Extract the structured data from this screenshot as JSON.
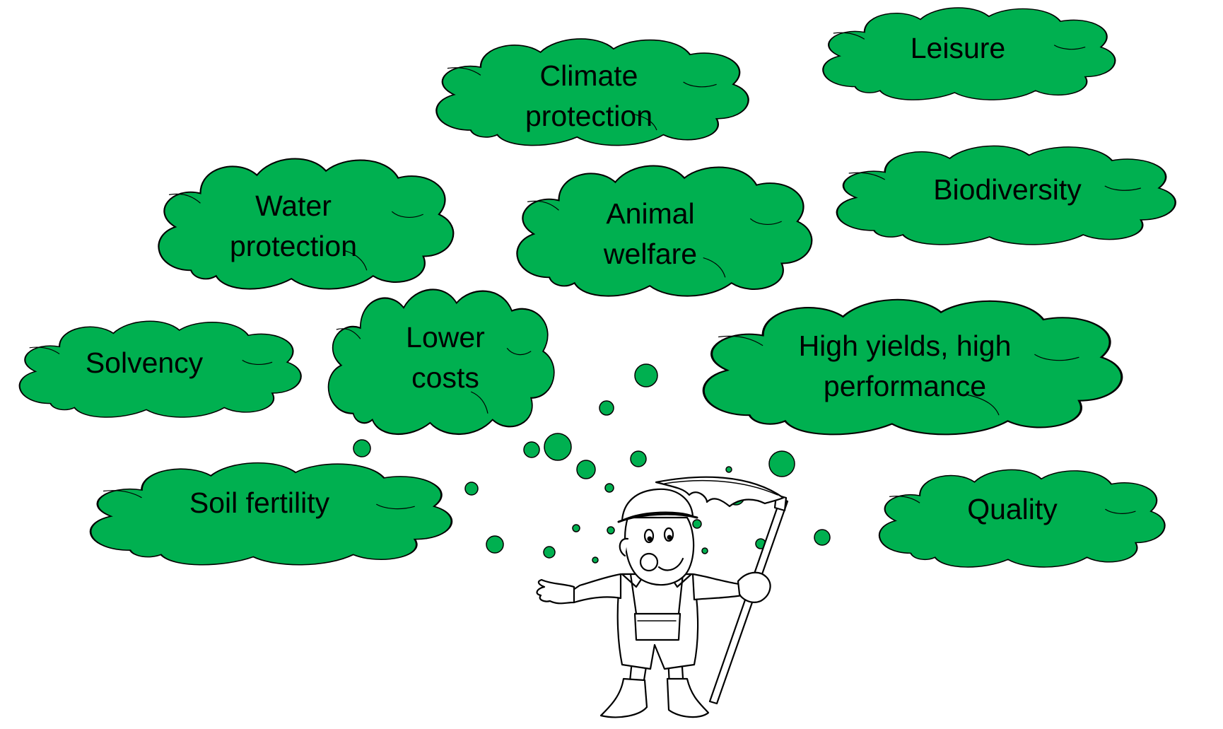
{
  "colors": {
    "cloud_fill": "#00b050",
    "outline": "#000000",
    "background": "#ffffff"
  },
  "goals": {
    "climate_protection": [
      "Climate",
      "protection"
    ],
    "leisure": [
      "Leisure"
    ],
    "water_protection": [
      "Water",
      "protection"
    ],
    "animal_welfare": [
      "Animal",
      "welfare"
    ],
    "biodiversity": [
      "Biodiversity"
    ],
    "solvency": [
      "Solvency"
    ],
    "lower_costs": [
      "Lower",
      "costs"
    ],
    "high_yields": [
      "High yields, high",
      "performance"
    ],
    "soil_fertility": [
      "Soil fertility"
    ],
    "quality": [
      "Quality"
    ]
  },
  "figure": {
    "icon": "farmer-with-scythe-icon"
  }
}
